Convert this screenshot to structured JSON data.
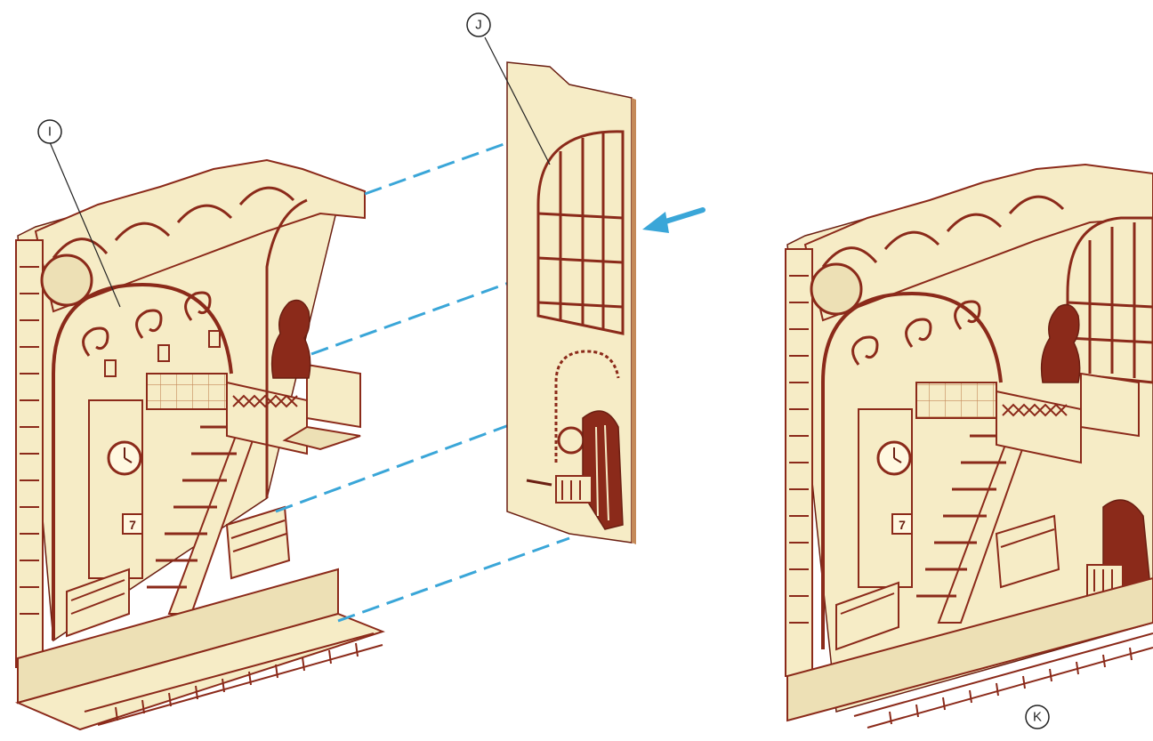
{
  "diagram": {
    "callouts": {
      "part_i": "I",
      "part_j": "J",
      "part_k": "K"
    },
    "colors": {
      "wood_light": "#f6ecc6",
      "wood_edge": "#c58a5a",
      "wood_dark": "#8b2a1a",
      "outline": "#6b1f12",
      "guide_line": "#3aa6d8",
      "arrow": "#3aa6d8"
    },
    "parts": {
      "assembly_left": "station-interior-assembly",
      "panel_j": "window-door-panel",
      "assembly_right": "completed-station-assembly"
    },
    "clock_number": "7"
  }
}
